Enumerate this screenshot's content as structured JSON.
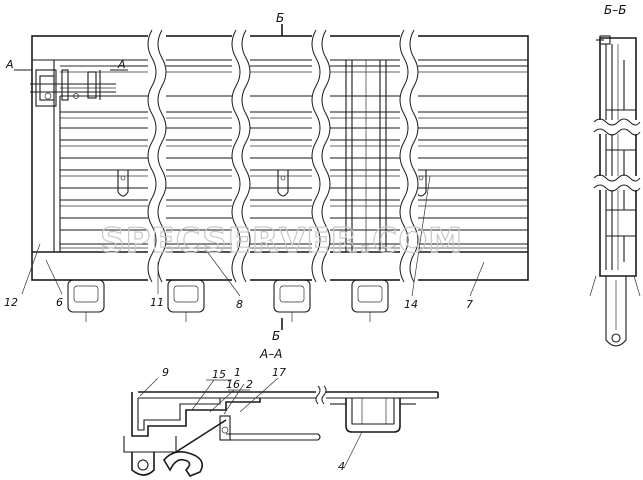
{
  "sections": {
    "main_cut": "Б",
    "section_bb": "Б–Б",
    "section_aa": "А–А",
    "cut_a": "А"
  },
  "callouts": {
    "c1": "1",
    "c2": "2",
    "c4": "4",
    "c6": "6",
    "c7": "7",
    "c8": "8",
    "c9": "9",
    "c11": "11",
    "c12": "12",
    "c14": "14",
    "c15": "15",
    "c16": "16",
    "c17": "17"
  },
  "watermark": "SPECSERVER.COM"
}
